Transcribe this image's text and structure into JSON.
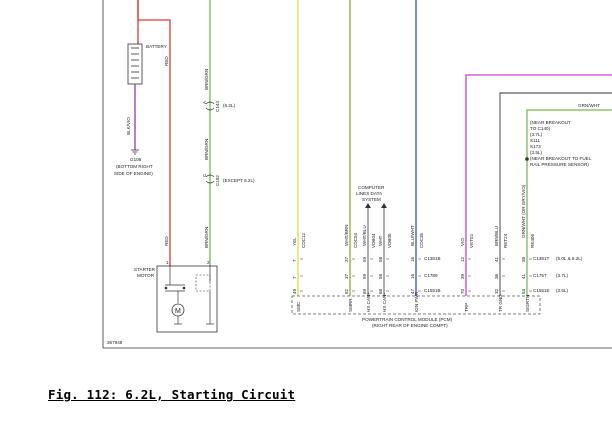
{
  "diagram_id": "367948",
  "caption": "Fig. 112: 6.2L, Starting Circuit",
  "battery": {
    "label": "BATTERY",
    "wire_color": "RED",
    "ground_wire": "BLK/VIO",
    "ground_id": "G106",
    "ground_location": "(BOTTOM RIGHT SIDE OF ENGINE)"
  },
  "starter": {
    "label": "STARTER MOTOR",
    "pin": "1",
    "wire": "RED",
    "control_wire": "BRN/GRN",
    "pin2": "2"
  },
  "connectors": {
    "c144": {
      "id": "C144",
      "note": "(6.2L)",
      "pin": "A"
    },
    "c182": {
      "id": "C182",
      "note": "(EXCEPT 6.2L)",
      "pin": "C"
    }
  },
  "data_lines": {
    "title": "COMPUTER LINES DATA SYSTEM"
  },
  "wires": [
    {
      "color": "YEL",
      "circuit": "CDC12",
      "pins": [
        "7",
        "7",
        "49"
      ],
      "pcm": "SMC"
    },
    {
      "color": "WHT/BRN",
      "circuit": "CDC54",
      "pins": [
        "37",
        "37",
        "82"
      ],
      "pcm": "SMRR"
    },
    {
      "color": "WHT/BLU",
      "circuit": "VDB04",
      "pins": [
        "59",
        "59",
        "69"
      ],
      "pcm": "HS CAN+"
    },
    {
      "color": "WHT",
      "circuit": "VDB05",
      "pins": [
        "58",
        "58",
        "68"
      ],
      "pcm": "HS CAN-"
    },
    {
      "color": "BLU/WHT",
      "circuit": "CDC35",
      "pins": [
        "16",
        "16",
        "47"
      ],
      "pcm": "IGN PWR"
    },
    {
      "color": "VIO",
      "circuit": "VET02",
      "pins": [
        "12",
        "39",
        "70"
      ],
      "pcm": "TRP"
    },
    {
      "color": "BRN/BLU",
      "circuit": "RET24",
      "pins": [
        "41",
        "36",
        "32"
      ],
      "pcm": "TR GND"
    },
    {
      "color": "GRN/WHT (OR GRY/VIO)",
      "circuit": "RE406",
      "pins": [
        "38",
        "41",
        "53"
      ],
      "pcm": "SIGRTN"
    }
  ],
  "pcm_connectors": [
    "C1381B",
    "C1789",
    "C1551B"
  ],
  "right_connectors": [
    {
      "id": "C1381T",
      "note": "(5.0L & 6.2L)"
    },
    {
      "id": "C175T",
      "note": "(3.7L)"
    },
    {
      "id": "C1551E",
      "note": "(3.5L)"
    }
  ],
  "pcm": {
    "title": "POWERTRAIN CONTROL MODULE (PCM)",
    "location": "(RIGHT REAR OF ENGINE COMPT)"
  },
  "right_top_wire": "GRN/WHT",
  "splice_note": {
    "lines": [
      "(NEAR BREAKOUT",
      "TO C140)",
      "(3.7L)",
      "S111",
      "S173",
      "(3.5L)",
      "(NEAR BREAKOUT TO FUEL",
      "RAIL PRESSURE SENSOR)"
    ]
  },
  "colors": {
    "red": "#d63a3a",
    "green": "#79b84a",
    "yellow": "#e8d838",
    "olive": "#9aa23a",
    "blue": "#3a4fd0",
    "magenta": "#cc44cc",
    "brown": "#7a4a2a",
    "frame": "#333333",
    "dash": "#555555"
  }
}
